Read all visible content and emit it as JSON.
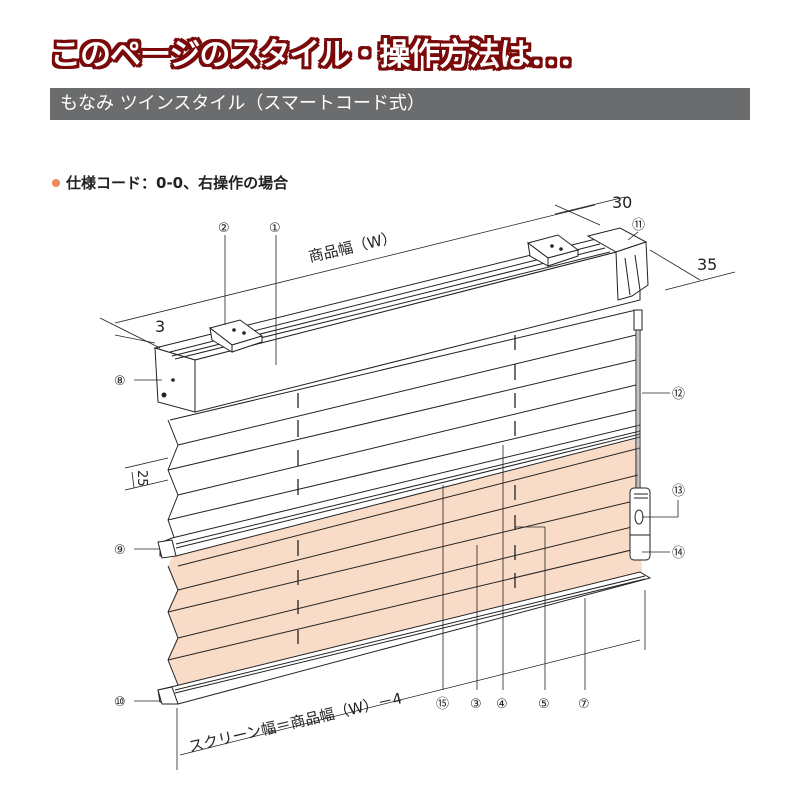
{
  "header": {
    "title": "このページのスタイル・操作方法は．．．",
    "subtitle": "もなみ ツインスタイル（スマートコード式）"
  },
  "spec": {
    "label": "仕様コード：0-0、右操作の場合",
    "bullet_color": "#ef8a5a"
  },
  "colors": {
    "title_outline": "#7a0a0a",
    "bar_bg": "#6b6c6e",
    "pleat_upper": "#ffffff",
    "pleat_lower": "#f9dcc8",
    "line": "#222222"
  },
  "dimensions": {
    "product_width": "商品幅（W）",
    "screen_width": "スクリーン幅＝商品幅（W）－4",
    "offset_left": "3",
    "depth_top": "30",
    "depth_side": "35",
    "pleat_pitch": "25"
  },
  "callouts": [
    {
      "id": "1",
      "label": "①"
    },
    {
      "id": "2",
      "label": "②"
    },
    {
      "id": "3",
      "label": "③"
    },
    {
      "id": "4",
      "label": "④"
    },
    {
      "id": "5",
      "label": "⑤"
    },
    {
      "id": "7",
      "label": "⑦"
    },
    {
      "id": "8",
      "label": "⑧"
    },
    {
      "id": "9",
      "label": "⑨"
    },
    {
      "id": "10",
      "label": "⑩"
    },
    {
      "id": "11",
      "label": "⑪"
    },
    {
      "id": "12",
      "label": "⑫"
    },
    {
      "id": "13",
      "label": "⑬"
    },
    {
      "id": "14",
      "label": "⑭"
    },
    {
      "id": "15",
      "label": "⑮"
    }
  ]
}
